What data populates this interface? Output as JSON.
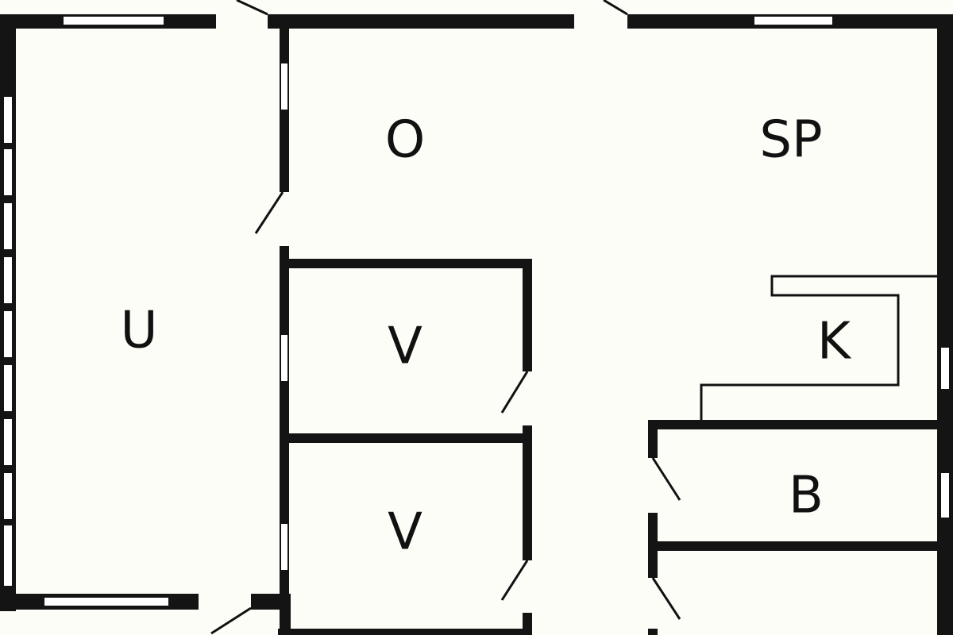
{
  "plan": {
    "rooms": [
      {
        "id": "utility",
        "label": "U"
      },
      {
        "id": "living",
        "label": "O"
      },
      {
        "id": "bedroom",
        "label": "SP"
      },
      {
        "id": "closet-top",
        "label": "V"
      },
      {
        "id": "closet-bottom",
        "label": "V"
      },
      {
        "id": "kitchen",
        "label": "K"
      },
      {
        "id": "bathroom",
        "label": "B"
      }
    ]
  },
  "colors": {
    "background": "#fdfdf8",
    "wall": "#141414",
    "window": "#ffffff"
  }
}
